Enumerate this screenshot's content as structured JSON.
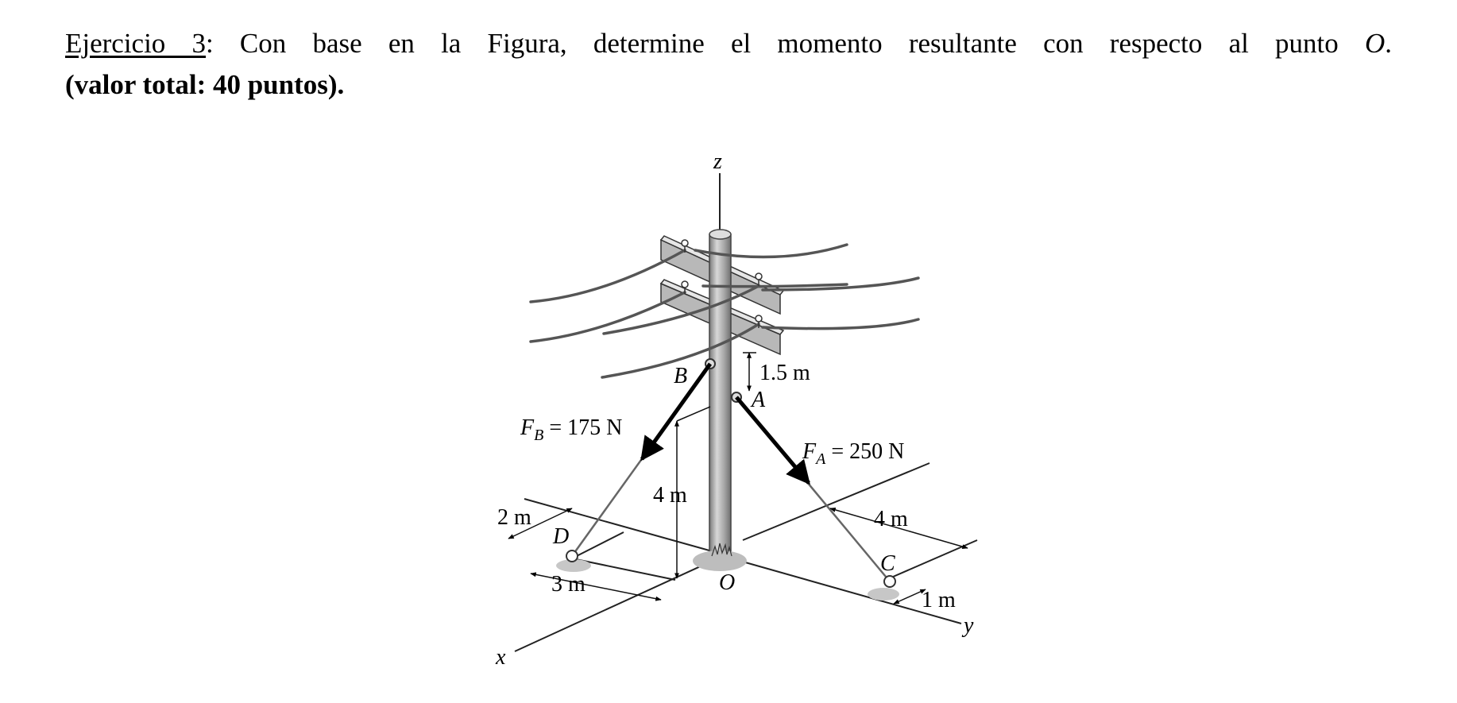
{
  "statement": {
    "exercise_label": "Ejercicio 3",
    "text_before_point": ": Con base en la Figura, determine el momento resultante con respecto al punto ",
    "point_name": "O",
    "text_end": ".",
    "points_line": "(valor total: 40 puntos)."
  },
  "figure": {
    "axis_z": "z",
    "axis_x": "x",
    "axis_y": "y",
    "point_b": "B",
    "point_a": "A",
    "point_c": "C",
    "point_d": "D",
    "point_o": "O",
    "dim_1_5": "1.5 m",
    "dim_4_height": "4 m",
    "dim_4_y": "4 m",
    "dim_2": "2 m",
    "dim_3": "3 m",
    "dim_1": "1 m",
    "force_b_symbol": "F",
    "force_b_sub": "B",
    "force_b_value": " = 175 N",
    "force_a_symbol": "F",
    "force_a_sub": "A",
    "force_a_value": " = 250 N"
  }
}
